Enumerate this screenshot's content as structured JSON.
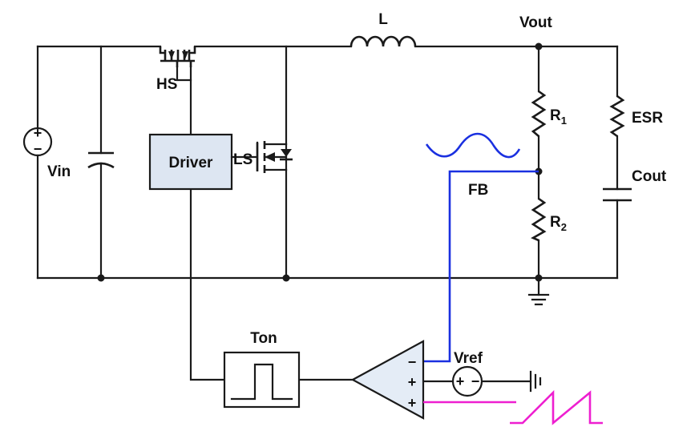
{
  "diagram": {
    "labels": {
      "inductor": "L",
      "vout": "Vout",
      "high_side": "HS",
      "driver": "Driver",
      "low_side": "LS",
      "vin": "Vin",
      "r1_base": "R",
      "r1_sub": "1",
      "r2_base": "R",
      "r2_sub": "2",
      "esr": "ESR",
      "cout": "Cout",
      "fb": "FB",
      "ton": "Ton",
      "vref": "Vref"
    },
    "comparator_inputs": [
      "−",
      "+",
      "+"
    ],
    "source_signs": {
      "plus": "+",
      "minus": "−"
    },
    "colors": {
      "wire": "#1a1a1a",
      "driver_fill": "#dde6f2",
      "feedback": "#1a30e0",
      "ramp": "#ee1fd0"
    }
  }
}
